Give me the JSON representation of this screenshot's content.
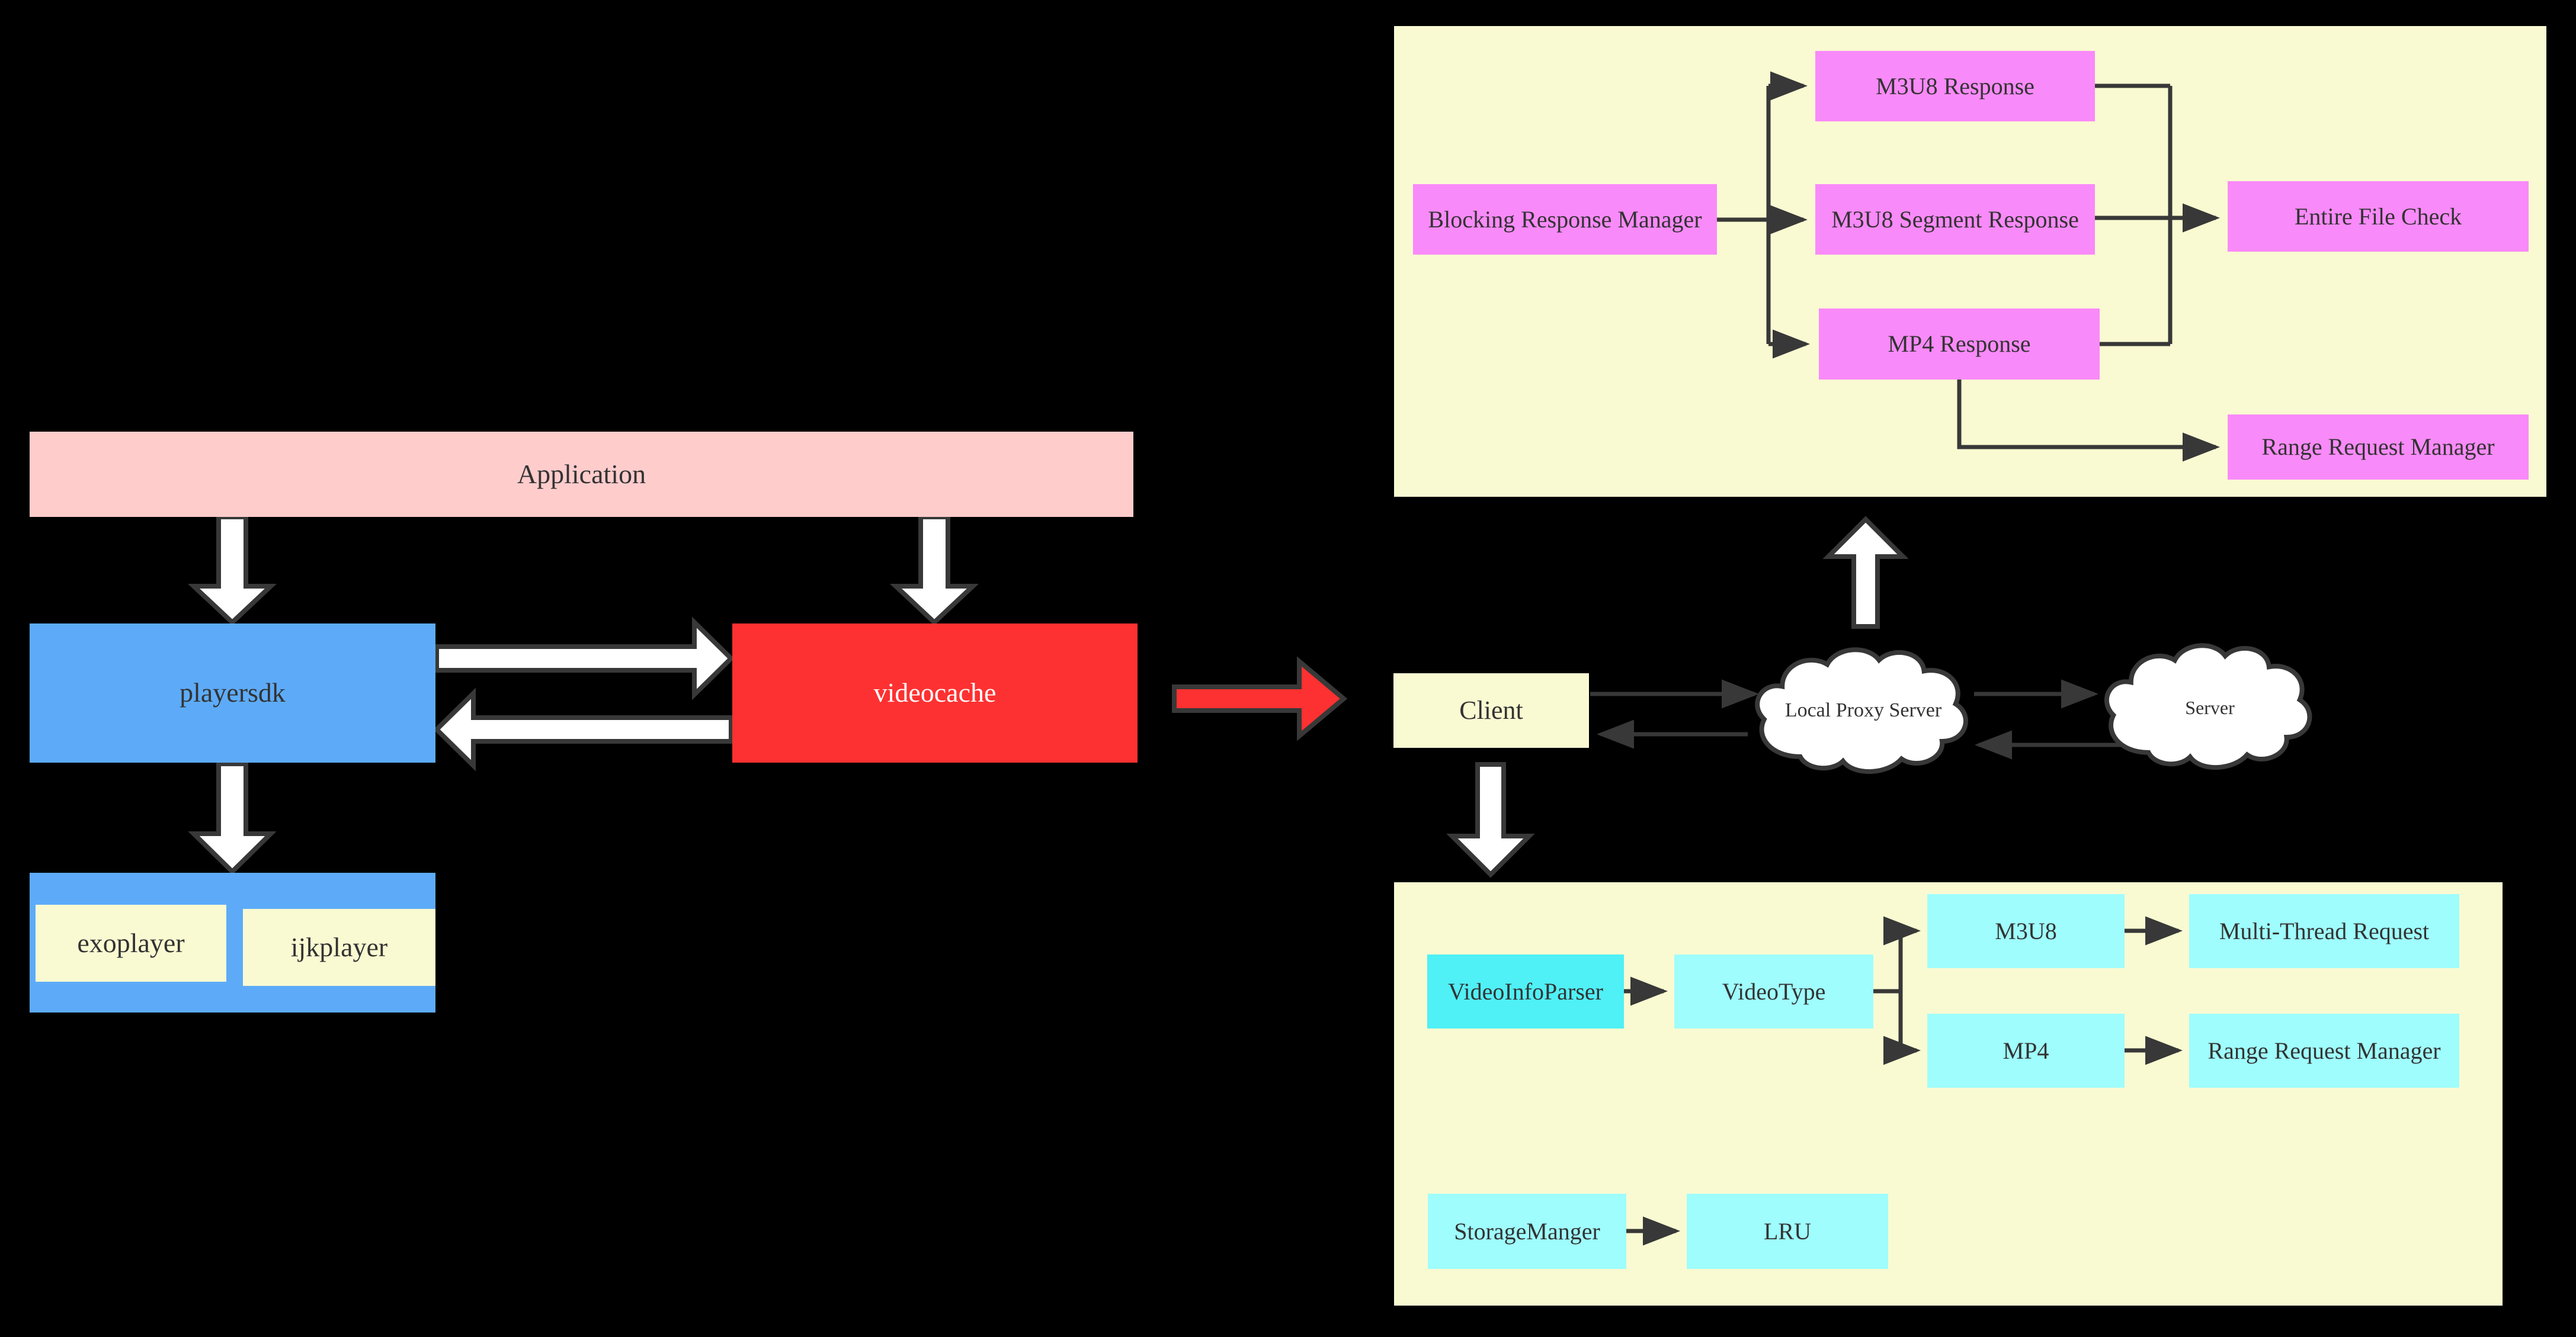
{
  "colors": {
    "background": "#000000",
    "application_pink": "#ffcccc",
    "player_blue": "#5dabf8",
    "cache_red": "#fd3131",
    "panel_yellow": "#fafad2",
    "magenta_node": "#f98af9",
    "cyan_bright_node": "#4ff0f6",
    "cyan_light_node": "#9ffdfd",
    "connector_dark": "#383838",
    "text_dark": "#333333"
  },
  "sdk_flow": {
    "application_label": "Application",
    "playersdk_label": "playersdk",
    "videocache_label": "videocache",
    "exoplayer_label": "exoplayer",
    "ijkplayer_label": "ijkplayer"
  },
  "proxy_flow": {
    "client_label": "Client",
    "local_proxy_server_label": "Local Proxy Server",
    "server_label": "Server"
  },
  "blocking_response_panel": {
    "blocking_response_manager_label": "Blocking Response Manager",
    "m3u8_response_label": "M3U8 Response",
    "m3u8_segment_response_label": "M3U8 Segment Response",
    "mp4_response_label": "MP4 Response",
    "entire_file_check_label": "Entire File Check",
    "range_request_manager_label": "Range Request Manager"
  },
  "video_parser_panel": {
    "video_info_parser_label": "VideoInfoParser",
    "video_type_label": "VideoType",
    "m3u8_label": "M3U8",
    "multi_thread_request_label": "Multi-Thread Request",
    "mp4_label": "MP4",
    "range_request_manager_label": "Range Request Manager",
    "storage_manger_label": "StorageManger",
    "lru_label": "LRU"
  }
}
